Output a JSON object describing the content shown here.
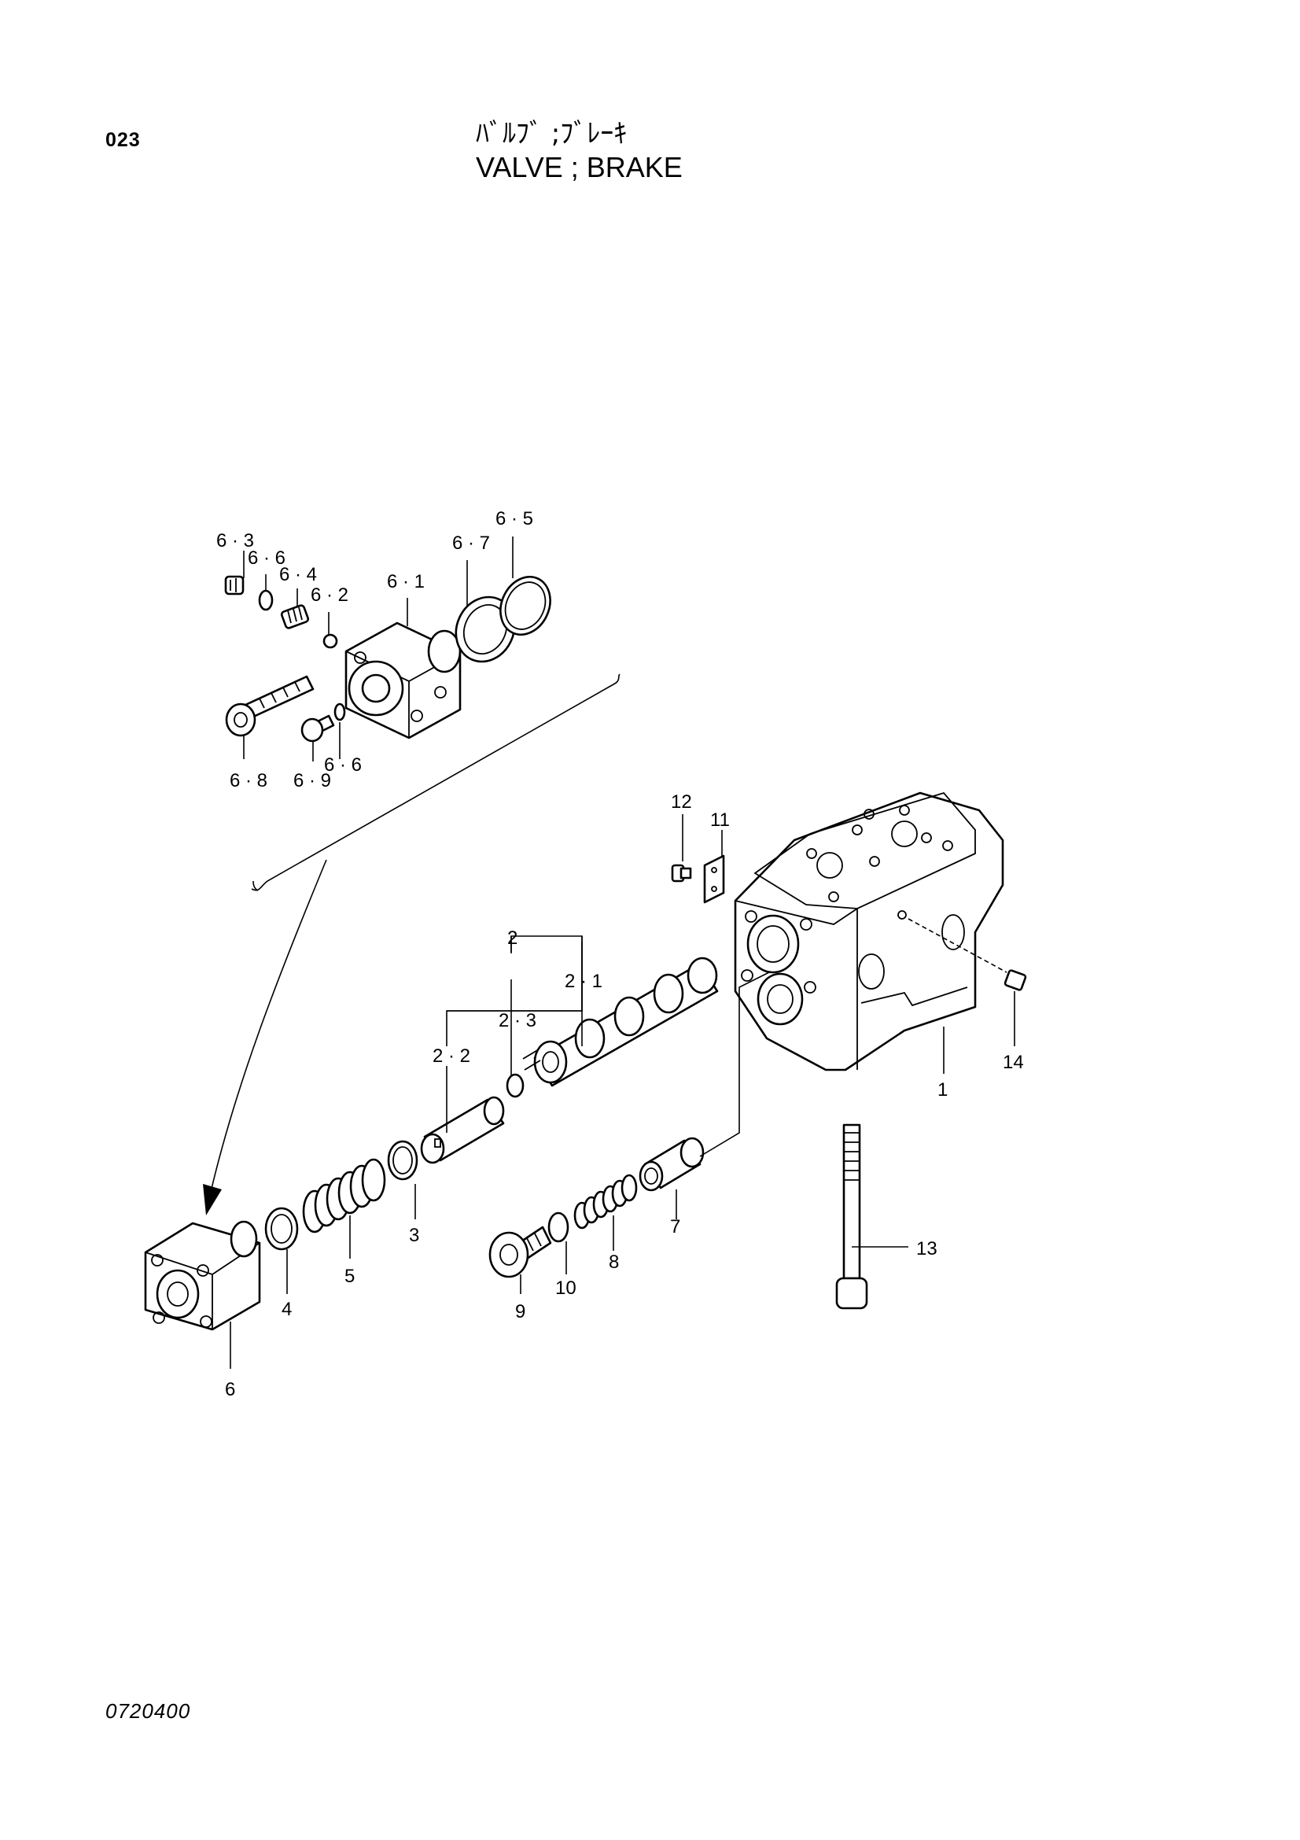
{
  "page_number": "023",
  "title_jp": "ﾊﾞﾙﾌﾞ ;ﾌﾞﾚｰｷ",
  "title_en": "VALVE ; BRAKE",
  "drawing_code": "0720400",
  "callouts": {
    "c1": "1",
    "c2": "2",
    "c21": "2 · 1",
    "c22": "2 · 2",
    "c23": "2 · 3",
    "c3": "3",
    "c4": "4",
    "c5": "5",
    "c6": "6",
    "c61": "6 · 1",
    "c62": "6 · 2",
    "c63": "6 · 3",
    "c64": "6 · 4",
    "c65": "6 · 5",
    "c66a": "6 · 6",
    "c66b": "6 · 6",
    "c67": "6 · 7",
    "c68": "6 · 8",
    "c69": "6 · 9",
    "c7": "7",
    "c8": "8",
    "c9": "9",
    "c10": "10",
    "c11": "11",
    "c12": "12",
    "c13": "13",
    "c14": "14"
  }
}
